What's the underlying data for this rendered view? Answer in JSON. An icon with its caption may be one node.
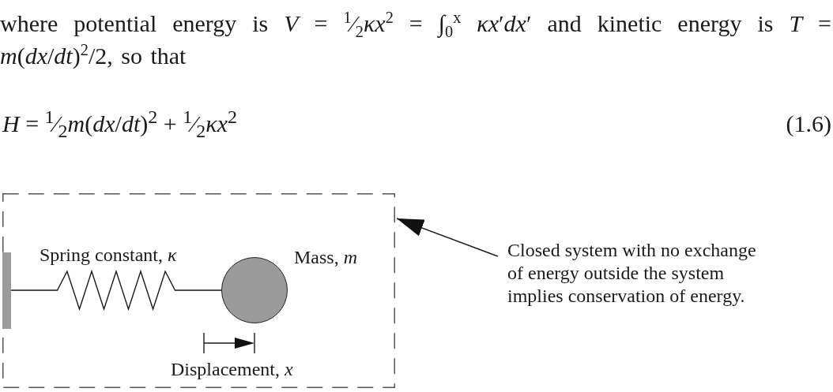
{
  "diagram": {
    "nodes": [
      {
        "text": [],
        "shape": "box"
      },
      {
        "text": [],
        "shape": "bar",
        "in": 0
      },
      {
        "text": [],
        "shape": "circle",
        "in": 0,
        "beside": [
          "Mass, *m*"
        ]
      },
      {
        "text": [
          "Closed system with no exchange of energy outside the system implies conservation of energy."
        ]
      }
    ],
    "edges": [
      {
        "from": 1,
        "to": 2,
        "arrow": "none",
        "label": "Spring constant, *κ*"
      },
      {
        "from": 3,
        "to": 0,
        "arrow": "to"
      }
    ],
    "labels": [
      "where potential energy is *V* = $^{1}$⁄$_{2}$*κx*$^{2}$ = ∫$_{0}$$^{x}$ *κx*′*dx*′ and kinetic energy is *T* = *m*(*dx*/*dt*)$^{2}$/2, so that",
      "*H* = $^{1}$⁄$_{2}$*m*(*dx*/*dt*)$^{2}$ + $^{1}$⁄$_{2}$*κx*$^{2}$",
      "(1.6)",
      "Displacement, *x*"
    ]
  }
}
